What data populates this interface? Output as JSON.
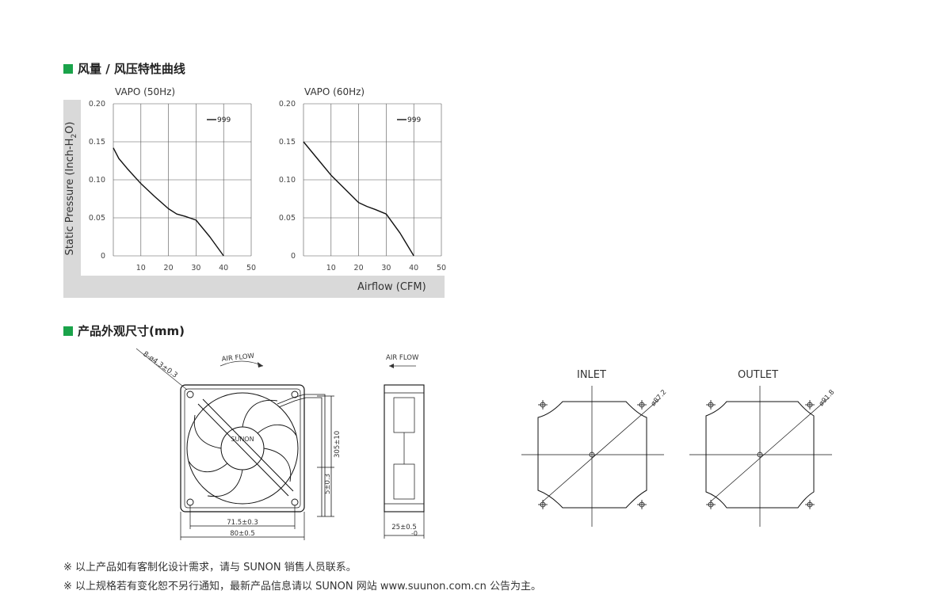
{
  "sections": {
    "curve_title": "风量 / 风压特性曲线",
    "dimension_title": "产品外观尺寸(mm)"
  },
  "curves": {
    "ylabel": "Static Pressure (Inch-H",
    "ylabel_sub": "2",
    "ylabel_end": "O)",
    "xlabel": "Airflow (CFM)",
    "x_ticks": [
      "10",
      "20",
      "30",
      "40",
      "50"
    ],
    "y_ticks": [
      "0.20",
      "0.15",
      "0.10",
      "0.05",
      "0"
    ]
  },
  "chart_data": [
    {
      "type": "line",
      "title": "VAPO (50Hz)",
      "xlabel": "Airflow (CFM)",
      "ylabel": "Static Pressure (Inch-H2O)",
      "xlim": [
        0,
        50
      ],
      "ylim": [
        0,
        0.2
      ],
      "grid": true,
      "legend": "top-right",
      "series": [
        {
          "name": "999",
          "x": [
            0,
            2,
            5,
            10,
            15,
            20,
            23,
            26,
            30,
            35,
            40
          ],
          "y": [
            0.142,
            0.128,
            0.115,
            0.095,
            0.078,
            0.062,
            0.055,
            0.052,
            0.047,
            0.025,
            0.0
          ]
        }
      ]
    },
    {
      "type": "line",
      "title": "VAPO (60Hz)",
      "xlabel": "Airflow (CFM)",
      "ylabel": "Static Pressure (Inch-H2O)",
      "xlim": [
        0,
        50
      ],
      "ylim": [
        0,
        0.2
      ],
      "grid": true,
      "legend": "top-right",
      "series": [
        {
          "name": "999",
          "x": [
            0,
            5,
            10,
            15,
            20,
            23,
            26,
            30,
            35,
            40
          ],
          "y": [
            0.15,
            0.128,
            0.106,
            0.088,
            0.07,
            0.065,
            0.061,
            0.055,
            0.03,
            0.0
          ]
        }
      ]
    }
  ],
  "drawing": {
    "hole_label": "8-ø4.3±0.3",
    "airflow_front": "AIR FLOW",
    "airflow_side": "AIR FLOW",
    "brand": "SUNON",
    "dim_hole_pitch": "71.5±0.3",
    "dim_width": "80±0.5",
    "dim_lead": "305±10",
    "dim_strip": "5±0.3",
    "dim_depth": "25±0.5",
    "dim_depth_tol": "-0",
    "inlet_label": "INLET",
    "outlet_label": "OUTLET",
    "inlet_dia": "ø87.2",
    "outlet_dia": "ø91.8"
  },
  "notes": [
    "※ 以上产品如有客制化设计需求，请与 SUNON 销售人员联系。",
    "※ 以上规格若有变化恕不另行通知，最新产品信息请以 SUNON 网站 www.suunon.com.cn 公告为主。"
  ],
  "colors": {
    "accent": "#1aa34a",
    "panel": "#d9d9d9",
    "line": "#111111"
  }
}
